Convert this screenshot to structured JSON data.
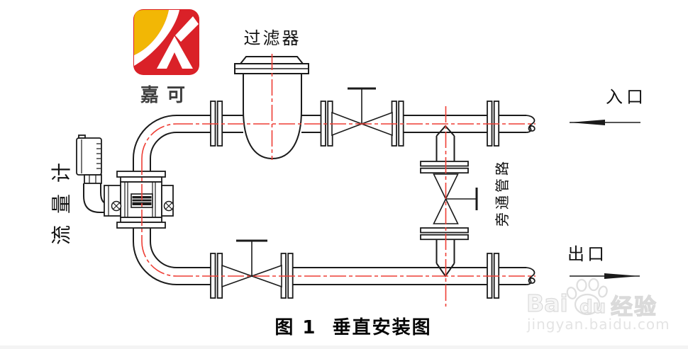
{
  "diagram": {
    "labels": {
      "filter": "过滤器",
      "flow_meter": "流量计",
      "bypass_line": "旁通管路",
      "inlet": "入口",
      "outlet": "出口"
    },
    "caption": "图 1  垂直安装图"
  },
  "logo": {
    "brand_name": "嘉可"
  },
  "watermark": {
    "brand_left": "Bai",
    "brand_right": "du",
    "brand_cn": "经验",
    "url": "jingyan.baidu.com"
  },
  "colors": {
    "outline": "#1b1b1b",
    "centerline_red": "#ee3e35",
    "logo_red": "#da2128",
    "logo_yellow": "#f2b705",
    "brand_text": "#3e3e3e",
    "watermark_gray": "#dadada"
  }
}
